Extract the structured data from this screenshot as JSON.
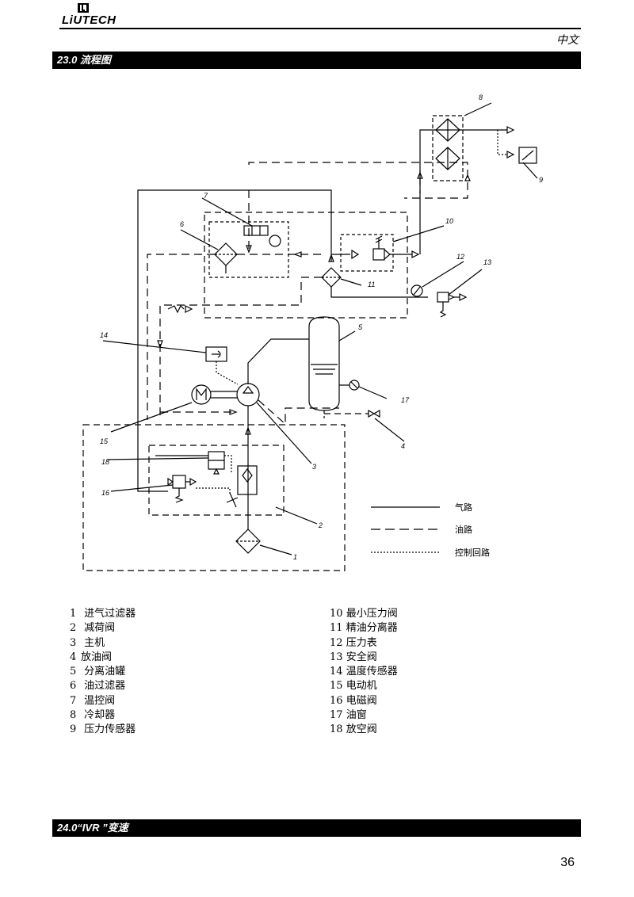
{
  "header": {
    "logo_text": "LiUTECH",
    "language": "中文"
  },
  "section_title": "23.0 流程图",
  "next_section_title": "24.0“IVR ”变速",
  "page_number": "36",
  "diagram": {
    "callouts": [
      "1",
      "2",
      "3",
      "4",
      "5",
      "6",
      "7",
      "8",
      "9",
      "10",
      "11",
      "12",
      "13",
      "14",
      "15",
      "16",
      "17",
      "18"
    ],
    "line_legend": [
      {
        "style": "solid",
        "label": "气路"
      },
      {
        "style": "dashed",
        "label": "油路"
      },
      {
        "style": "dotted",
        "label": "控制回路"
      }
    ]
  },
  "legend": {
    "left": [
      {
        "num": "1",
        "name": "进气过滤器"
      },
      {
        "num": "2",
        "name": "减荷阀"
      },
      {
        "num": "3",
        "name": "主机"
      },
      {
        "num": "4",
        "name": "放油阀"
      },
      {
        "num": "5",
        "name": "分离油罐"
      },
      {
        "num": "6",
        "name": "油过滤器"
      },
      {
        "num": "7",
        "name": "温控阀"
      },
      {
        "num": "8",
        "name": "冷却器"
      },
      {
        "num": "9",
        "name": "压力传感器"
      }
    ],
    "right": [
      {
        "num": "10",
        "name": "最小压力阀"
      },
      {
        "num": "11",
        "name": "精油分离器"
      },
      {
        "num": "12",
        "name": "压力表"
      },
      {
        "num": "13",
        "name": "安全阀"
      },
      {
        "num": "14",
        "name": "温度传感器"
      },
      {
        "num": "15",
        "name": "电动机"
      },
      {
        "num": "16",
        "name": "电磁阀"
      },
      {
        "num": "17",
        "name": "油窗"
      },
      {
        "num": "18",
        "name": "放空阀"
      }
    ]
  }
}
